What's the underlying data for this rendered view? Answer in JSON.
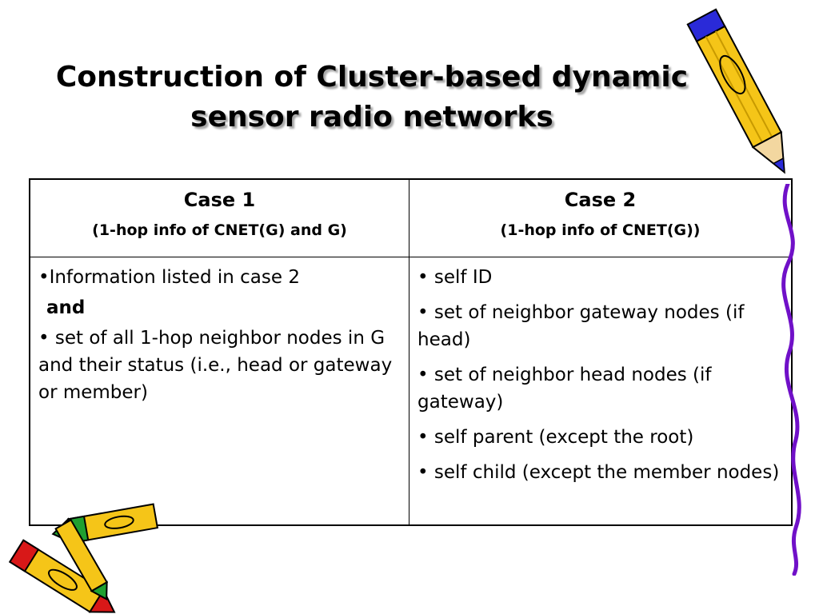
{
  "title": {
    "prefix": "Construction of ",
    "accent_line1": "Cluster-based dynamic",
    "accent_line2": "sensor radio networks"
  },
  "table": {
    "case1": {
      "name": "Case 1",
      "sub": "(1-hop info of CNET(G) and G)",
      "item1": "•Information listed in case 2",
      "and": "and",
      "item2": "• set of all 1-hop neighbor nodes in G and their status (i.e., head or gateway or member)"
    },
    "case2": {
      "name": "Case 2",
      "sub": "(1-hop info of CNET(G))",
      "items": [
        "• self ID",
        "• set of neighbor gateway nodes (if head)",
        "• set of neighbor head nodes (if gateway)",
        "• self parent (except the root)",
        "• self child (except the member nodes)"
      ]
    }
  },
  "decorations": {
    "pencil_top_right": "pencil-icon",
    "pencils_bottom_left": "crayons-icon",
    "squiggle_right": "squiggle-line",
    "colors": {
      "pencil_yellow": "#f5c518",
      "pencil_blue": "#2a2ad8",
      "crayon_red": "#d81818",
      "crayon_green": "#20a030",
      "squiggle_purple": "#7010c8"
    }
  }
}
